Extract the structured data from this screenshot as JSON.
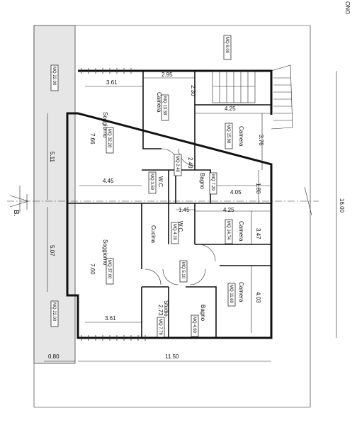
{
  "corner_text": "ONO",
  "section_marker": "B.",
  "rooms": [
    {
      "id": "soggiorno-top",
      "name": "Soggiorno",
      "area": "MQ 32.28"
    },
    {
      "id": "camera-top",
      "name": "Camera",
      "area": "MQ 13.38"
    },
    {
      "id": "camera-right-top",
      "name": "Camera",
      "area": "MQ 15.98"
    },
    {
      "id": "wc-top",
      "name": "W.C.",
      "area": "MQ 3.59"
    },
    {
      "id": "bagno-top",
      "name": "Bagno",
      "area": "MQ 7.29"
    },
    {
      "id": "cucina",
      "name": "Cucina",
      "area": ""
    },
    {
      "id": "wc-bottom",
      "name": "W.C.",
      "area": "MQ 4.20"
    },
    {
      "id": "camera-right-mid",
      "name": "Camera",
      "area": "MQ 14.74"
    },
    {
      "id": "soggiorno-bottom",
      "name": "Soggiorno",
      "area": "MQ 37.00"
    },
    {
      "id": "camera-right-bottom",
      "name": "Camera",
      "area": "MQ 11.60"
    },
    {
      "id": "studio",
      "name": "Studio",
      "area": "MQ 7.76"
    },
    {
      "id": "bagno-bottom",
      "name": "Bagno",
      "area": "MQ 4.60"
    }
  ],
  "extra_areas": [
    {
      "id": "balcony-top",
      "area": "MQ 22.00"
    },
    {
      "id": "balcony-bottom",
      "area": "MQ 22.00"
    },
    {
      "id": "stair-area",
      "area": "MQ 8.00"
    },
    {
      "id": "corridor-top",
      "area": "MQ 2.40"
    },
    {
      "id": "corridor-bottom",
      "area": "MQ 5.10"
    }
  ],
  "dimensions": {
    "top_left_width": "3.61",
    "top_mid_width": "2.95",
    "top_small": "2.30",
    "top_right_width": "4.25",
    "top_living_height": "7.66",
    "top_right_height": "3.76",
    "top_left_total": "5.11",
    "top_living_inner": "4.45",
    "top_small_a": "2.40",
    "top_bath_width": "4.05",
    "top_bath_height": "1.80",
    "mid_small": "1.45",
    "mid_right_width": "4.25",
    "mid_right_height": "3.47",
    "bottom_left_total": "5.07",
    "bottom_living_height": "7.60",
    "bottom_right_height": "4.03",
    "bottom_living_width": "3.61",
    "studio_dim": "2.73",
    "total_width": "11.50",
    "balcony_width": "0.80",
    "total_height": "16.00"
  }
}
